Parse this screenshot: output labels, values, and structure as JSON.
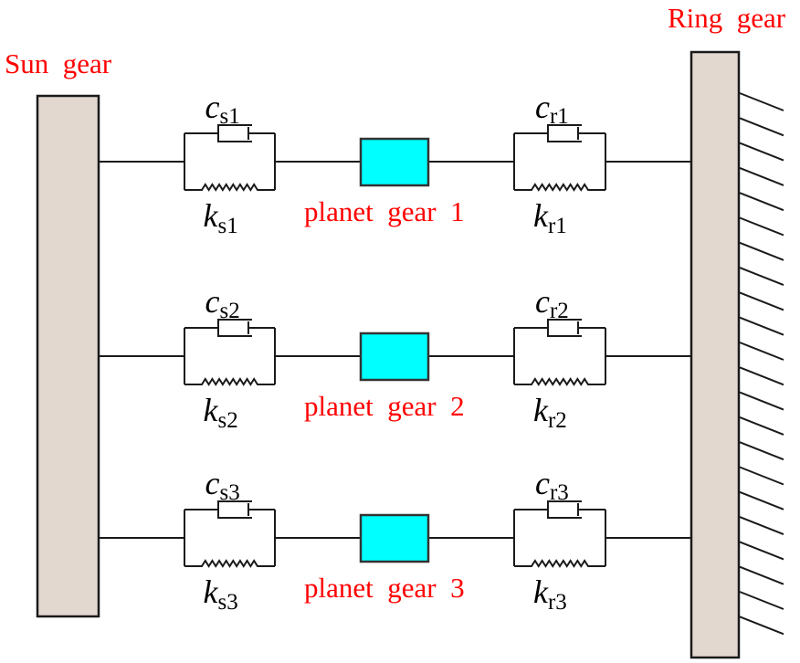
{
  "labels": {
    "sun_gear": "Sun  gear",
    "ring_gear": "Ring  gear"
  },
  "colors": {
    "label_red": "#ff0000",
    "gear_fill": "#e3d8d0",
    "planet_fill": "#00ffff",
    "line": "#1a1a1a"
  },
  "rows": [
    {
      "planet_label": "planet  gear  1",
      "sun_damper": {
        "symbol": "c",
        "sub": "s1"
      },
      "sun_spring": {
        "symbol": "k",
        "sub": "s1"
      },
      "ring_damper": {
        "symbol": "c",
        "sub": "r1"
      },
      "ring_spring": {
        "symbol": "k",
        "sub": "r1"
      }
    },
    {
      "planet_label": "planet  gear  2",
      "sun_damper": {
        "symbol": "c",
        "sub": "s2"
      },
      "sun_spring": {
        "symbol": "k",
        "sub": "s2"
      },
      "ring_damper": {
        "symbol": "c",
        "sub": "r2"
      },
      "ring_spring": {
        "symbol": "k",
        "sub": "r2"
      }
    },
    {
      "planet_label": "planet  gear  3",
      "sun_damper": {
        "symbol": "c",
        "sub": "s3"
      },
      "sun_spring": {
        "symbol": "k",
        "sub": "s3"
      },
      "ring_damper": {
        "symbol": "c",
        "sub": "r3"
      },
      "ring_spring": {
        "symbol": "k",
        "sub": "r3"
      }
    }
  ],
  "ground": {
    "type": "fixed-hatch",
    "side": "right-of-ring-gear"
  }
}
